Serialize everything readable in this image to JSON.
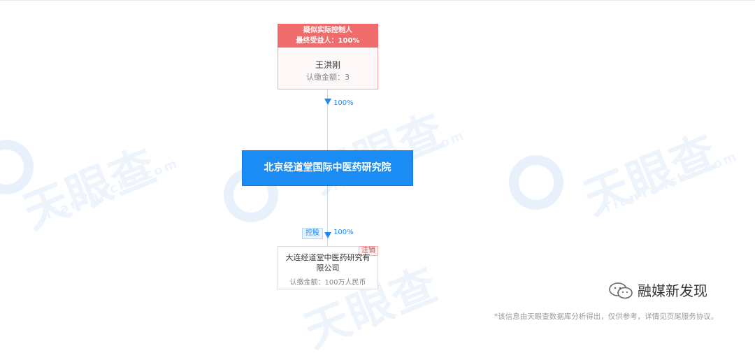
{
  "holder": {
    "badge_line1": "疑似实际控制人",
    "badge_line2": "最终受益人：100%",
    "name": "王洪刚",
    "amount": "认缴金额：3"
  },
  "edge_top": {
    "percent": "100%"
  },
  "company": {
    "name": "北京经道堂国际中医药研究院"
  },
  "edge_bottom": {
    "tag": "控股",
    "percent": "100%"
  },
  "subsidiary": {
    "status_badge": "注销",
    "name": "大连经道堂中医药研究有限公司",
    "amount": "认缴金额：100万人民币"
  },
  "watermark": {
    "brand": "天眼查",
    "domain": "TianYancha.com"
  },
  "footer": {
    "brand": "融媒新发现",
    "disclaimer": "*该信息由天眼查数据库分析得出，仅供参考，详情见页尾服务协议。"
  },
  "colors": {
    "accent_blue": "#1b8cf4",
    "holder_red": "#f06c6c",
    "cancelled_red": "#e23b3b"
  }
}
